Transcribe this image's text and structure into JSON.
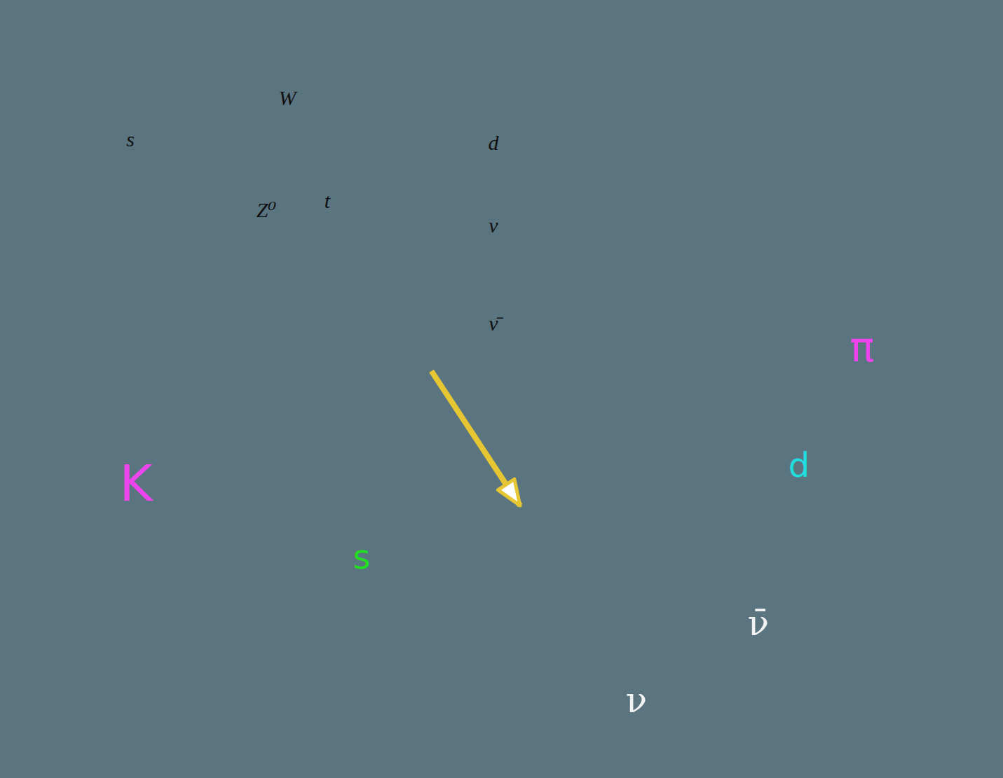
{
  "diagram": {
    "nodes": [
      {
        "text": [
          "W",
          "s",
          "d",
          "t",
          "Z⁰",
          "ν",
          "ν̄"
        ]
      },
      {
        "text": [
          "K",
          "π"
        ]
      }
    ],
    "edges": [
      {
        "from": 0,
        "to": 1,
        "arrow": "to"
      }
    ],
    "labels": [
      "s",
      "d",
      "ν̄",
      "ν"
    ]
  }
}
